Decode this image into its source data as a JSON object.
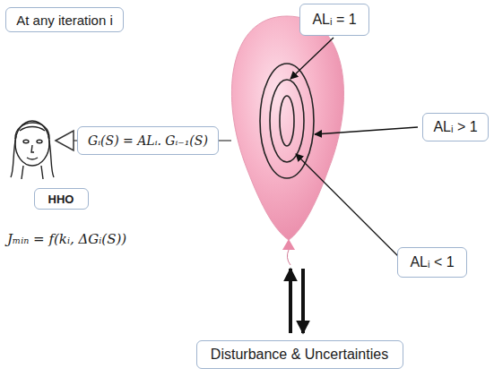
{
  "diagram": {
    "nodes": [
      {
        "text": [
          "At any iteration i"
        ]
      },
      {
        "text": [
          "ALᵢ = 1"
        ]
      },
      {
        "text": [
          "ALᵢ > 1"
        ]
      },
      {
        "text": [
          "Gᵢ(S) = ALᵢ. Gᵢ₋₁(S)"
        ]
      },
      {
        "text": [
          "HHO"
        ]
      },
      {
        "text": [
          "ALᵢ < 1"
        ]
      },
      {
        "text": [
          "Disturbance & Uncertainties"
        ]
      }
    ],
    "labels": [
      "Jₘᵢₙ = f(kᵢ, ΔGᵢ(S))"
    ]
  }
}
